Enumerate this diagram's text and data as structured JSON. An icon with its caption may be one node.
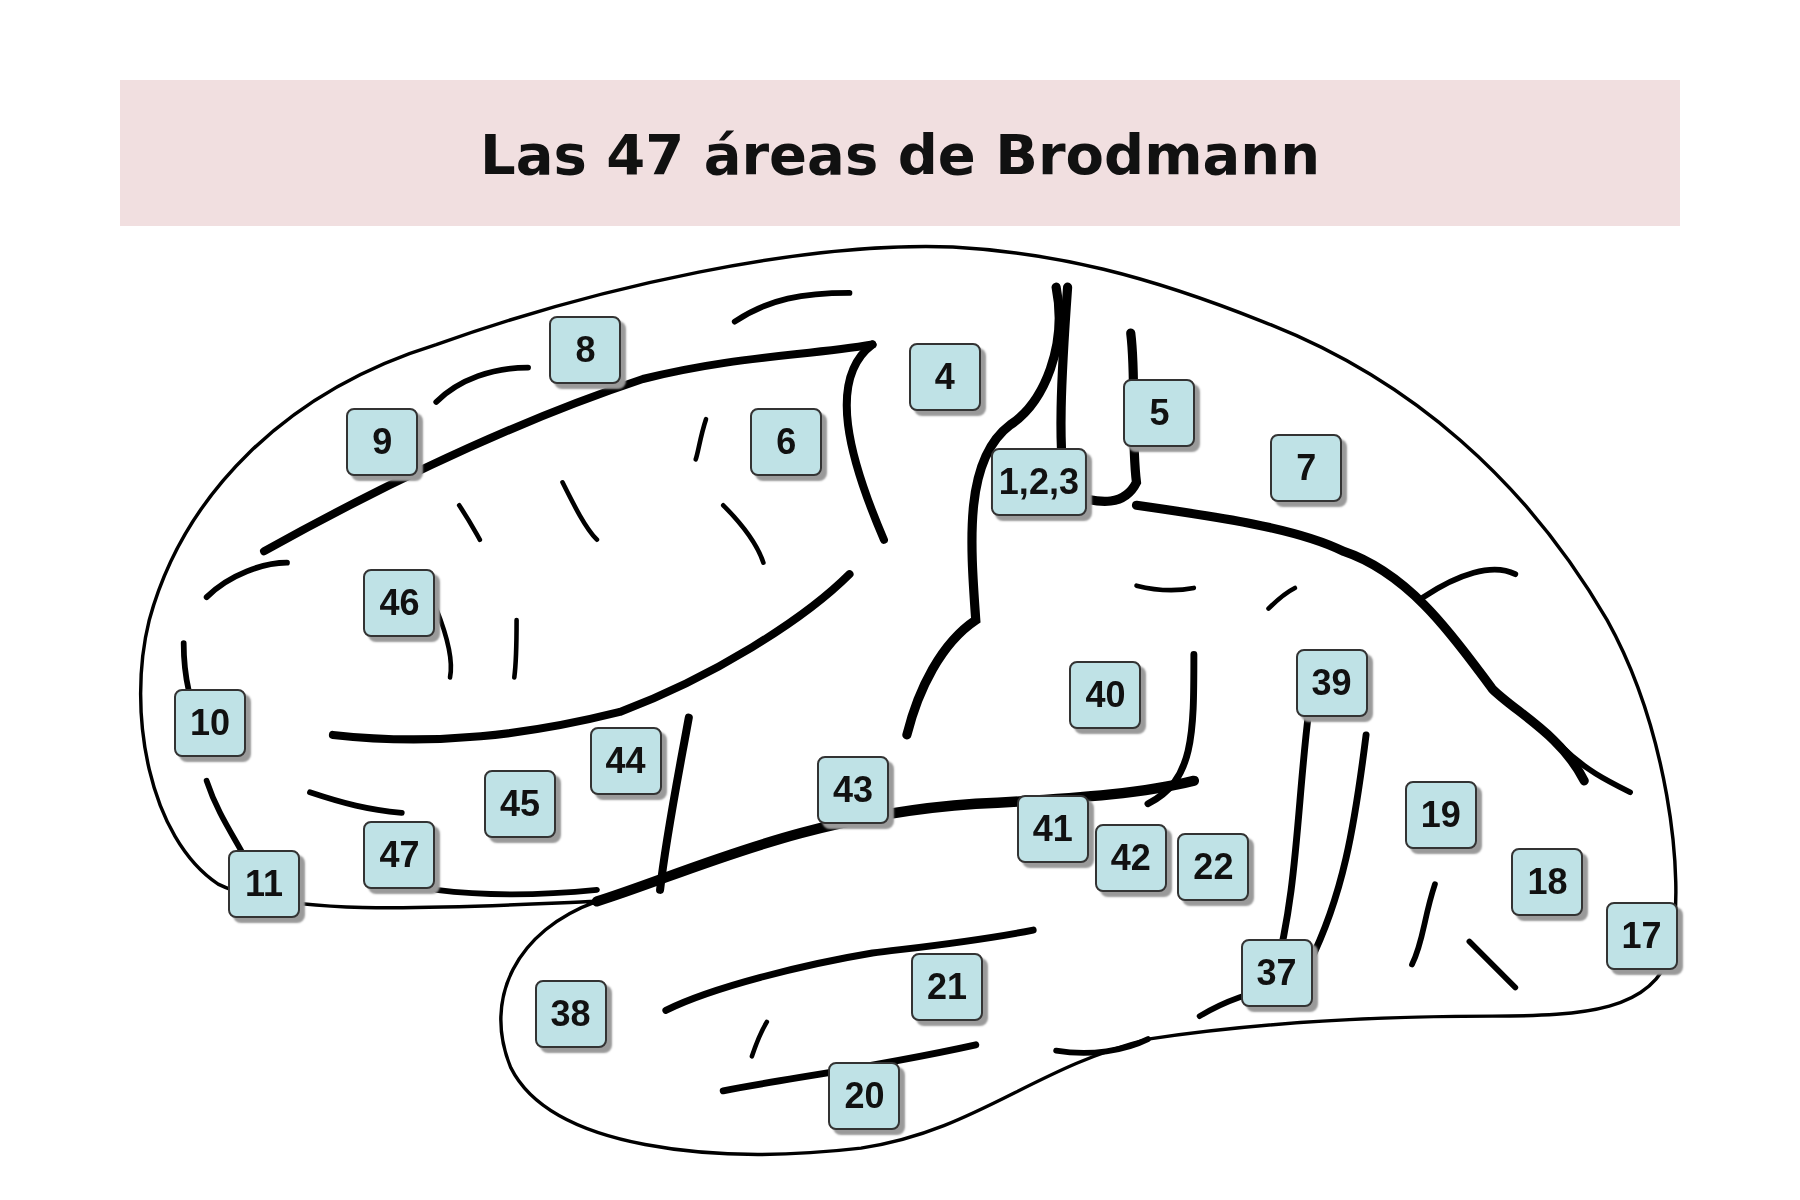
{
  "diagram": {
    "title": "Las 47 áreas de Brodmann",
    "nodes": [
      {
        "text": [
          "8"
        ]
      },
      {
        "text": [
          "4"
        ]
      },
      {
        "text": [
          "5"
        ]
      },
      {
        "text": [
          "9"
        ]
      },
      {
        "text": [
          "6"
        ]
      },
      {
        "text": [
          "7"
        ]
      },
      {
        "text": [
          "1,2,3"
        ]
      },
      {
        "text": [
          "46"
        ]
      },
      {
        "text": [
          "39"
        ]
      },
      {
        "text": [
          "40"
        ]
      },
      {
        "text": [
          "10"
        ]
      },
      {
        "text": [
          "44"
        ]
      },
      {
        "text": [
          "43"
        ]
      },
      {
        "text": [
          "19"
        ]
      },
      {
        "text": [
          "45"
        ]
      },
      {
        "text": [
          "41"
        ]
      },
      {
        "text": [
          "47"
        ]
      },
      {
        "text": [
          "42"
        ]
      },
      {
        "text": [
          "22"
        ]
      },
      {
        "text": [
          "18"
        ]
      },
      {
        "text": [
          "11"
        ]
      },
      {
        "text": [
          "17"
        ]
      },
      {
        "text": [
          "37"
        ]
      },
      {
        "text": [
          "21"
        ]
      },
      {
        "text": [
          "38"
        ]
      },
      {
        "text": [
          "20"
        ]
      }
    ],
    "edges": []
  }
}
